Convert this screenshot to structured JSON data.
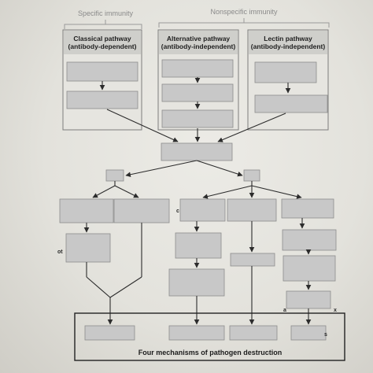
{
  "headers": {
    "specific": "Specific immunity",
    "nonspecific": "Nonspecific immunity"
  },
  "pathways": [
    {
      "title": "Classical pathway",
      "subtitle": "(antibody-dependent)"
    },
    {
      "title": "Alternative pathway",
      "subtitle": "(antibody-independent)"
    },
    {
      "title": "Lectin pathway",
      "subtitle": "(antibody-independent)"
    }
  ],
  "fragments": {
    "row1_col2": "c",
    "row2_col1": "ot",
    "row4_a": "a",
    "row4_x": "x",
    "bottom_s": "s"
  },
  "caption": "Four mechanisms of pathogen destruction"
}
